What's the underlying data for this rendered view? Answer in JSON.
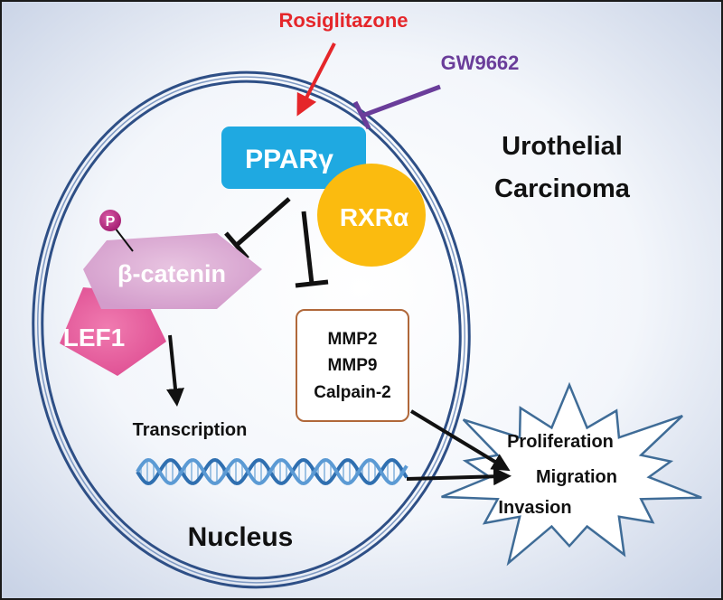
{
  "labels": {
    "drug_agonist": "Rosiglitazone",
    "drug_antagonist": "GW9662",
    "receptor": "PPARγ",
    "partner": "RXRα",
    "phospho": "P",
    "catenin": "β-catenin",
    "lef": "LEF1",
    "targets": [
      "MMP2",
      "MMP9",
      "Calpain-2"
    ],
    "transcription": "Transcription",
    "nucleus": "Nucleus",
    "cell_type_line1": "Urothelial",
    "cell_type_line2": "Carcinoma",
    "outcomes": [
      "Proliferation",
      "Migration",
      "Invasion"
    ]
  },
  "colors": {
    "background_center": "#ffffff",
    "background_edge": "#c9d3e6",
    "membrane": "#2e4f86",
    "agonist": "#e5262a",
    "antagonist": "#6a3d9a",
    "ppar": "#1fa9e1",
    "rxr": "#fbbb0f",
    "catenin": "#d9a4cf",
    "lef": "#e55b9c",
    "phospho": "#b4287e",
    "target_box_border": "#b0683a",
    "starburst_border": "#3f6c97",
    "dna": "#4a8ac6"
  }
}
